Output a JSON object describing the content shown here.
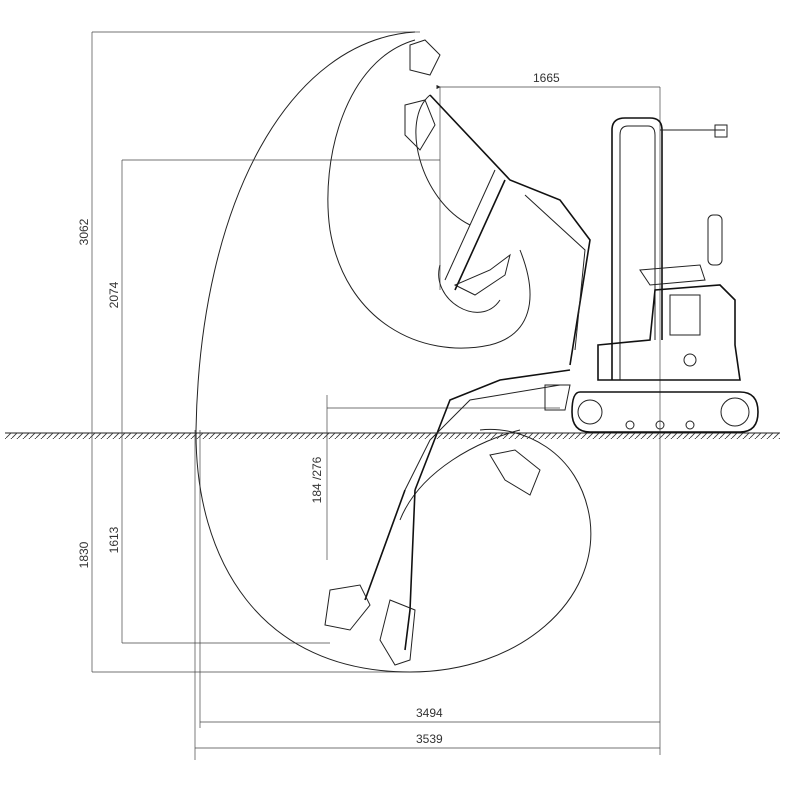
{
  "title": "Excavator working range diagram",
  "dimensions": {
    "max_digging_height": "3062",
    "max_dumping_height": "2074",
    "min_swing_radius": "1665",
    "max_digging_depth": "1830",
    "max_vertical_wall_depth": "1613",
    "blade_height_depth": "184 /276",
    "max_digging_reach_ground": "3494",
    "max_digging_reach": "3539"
  }
}
